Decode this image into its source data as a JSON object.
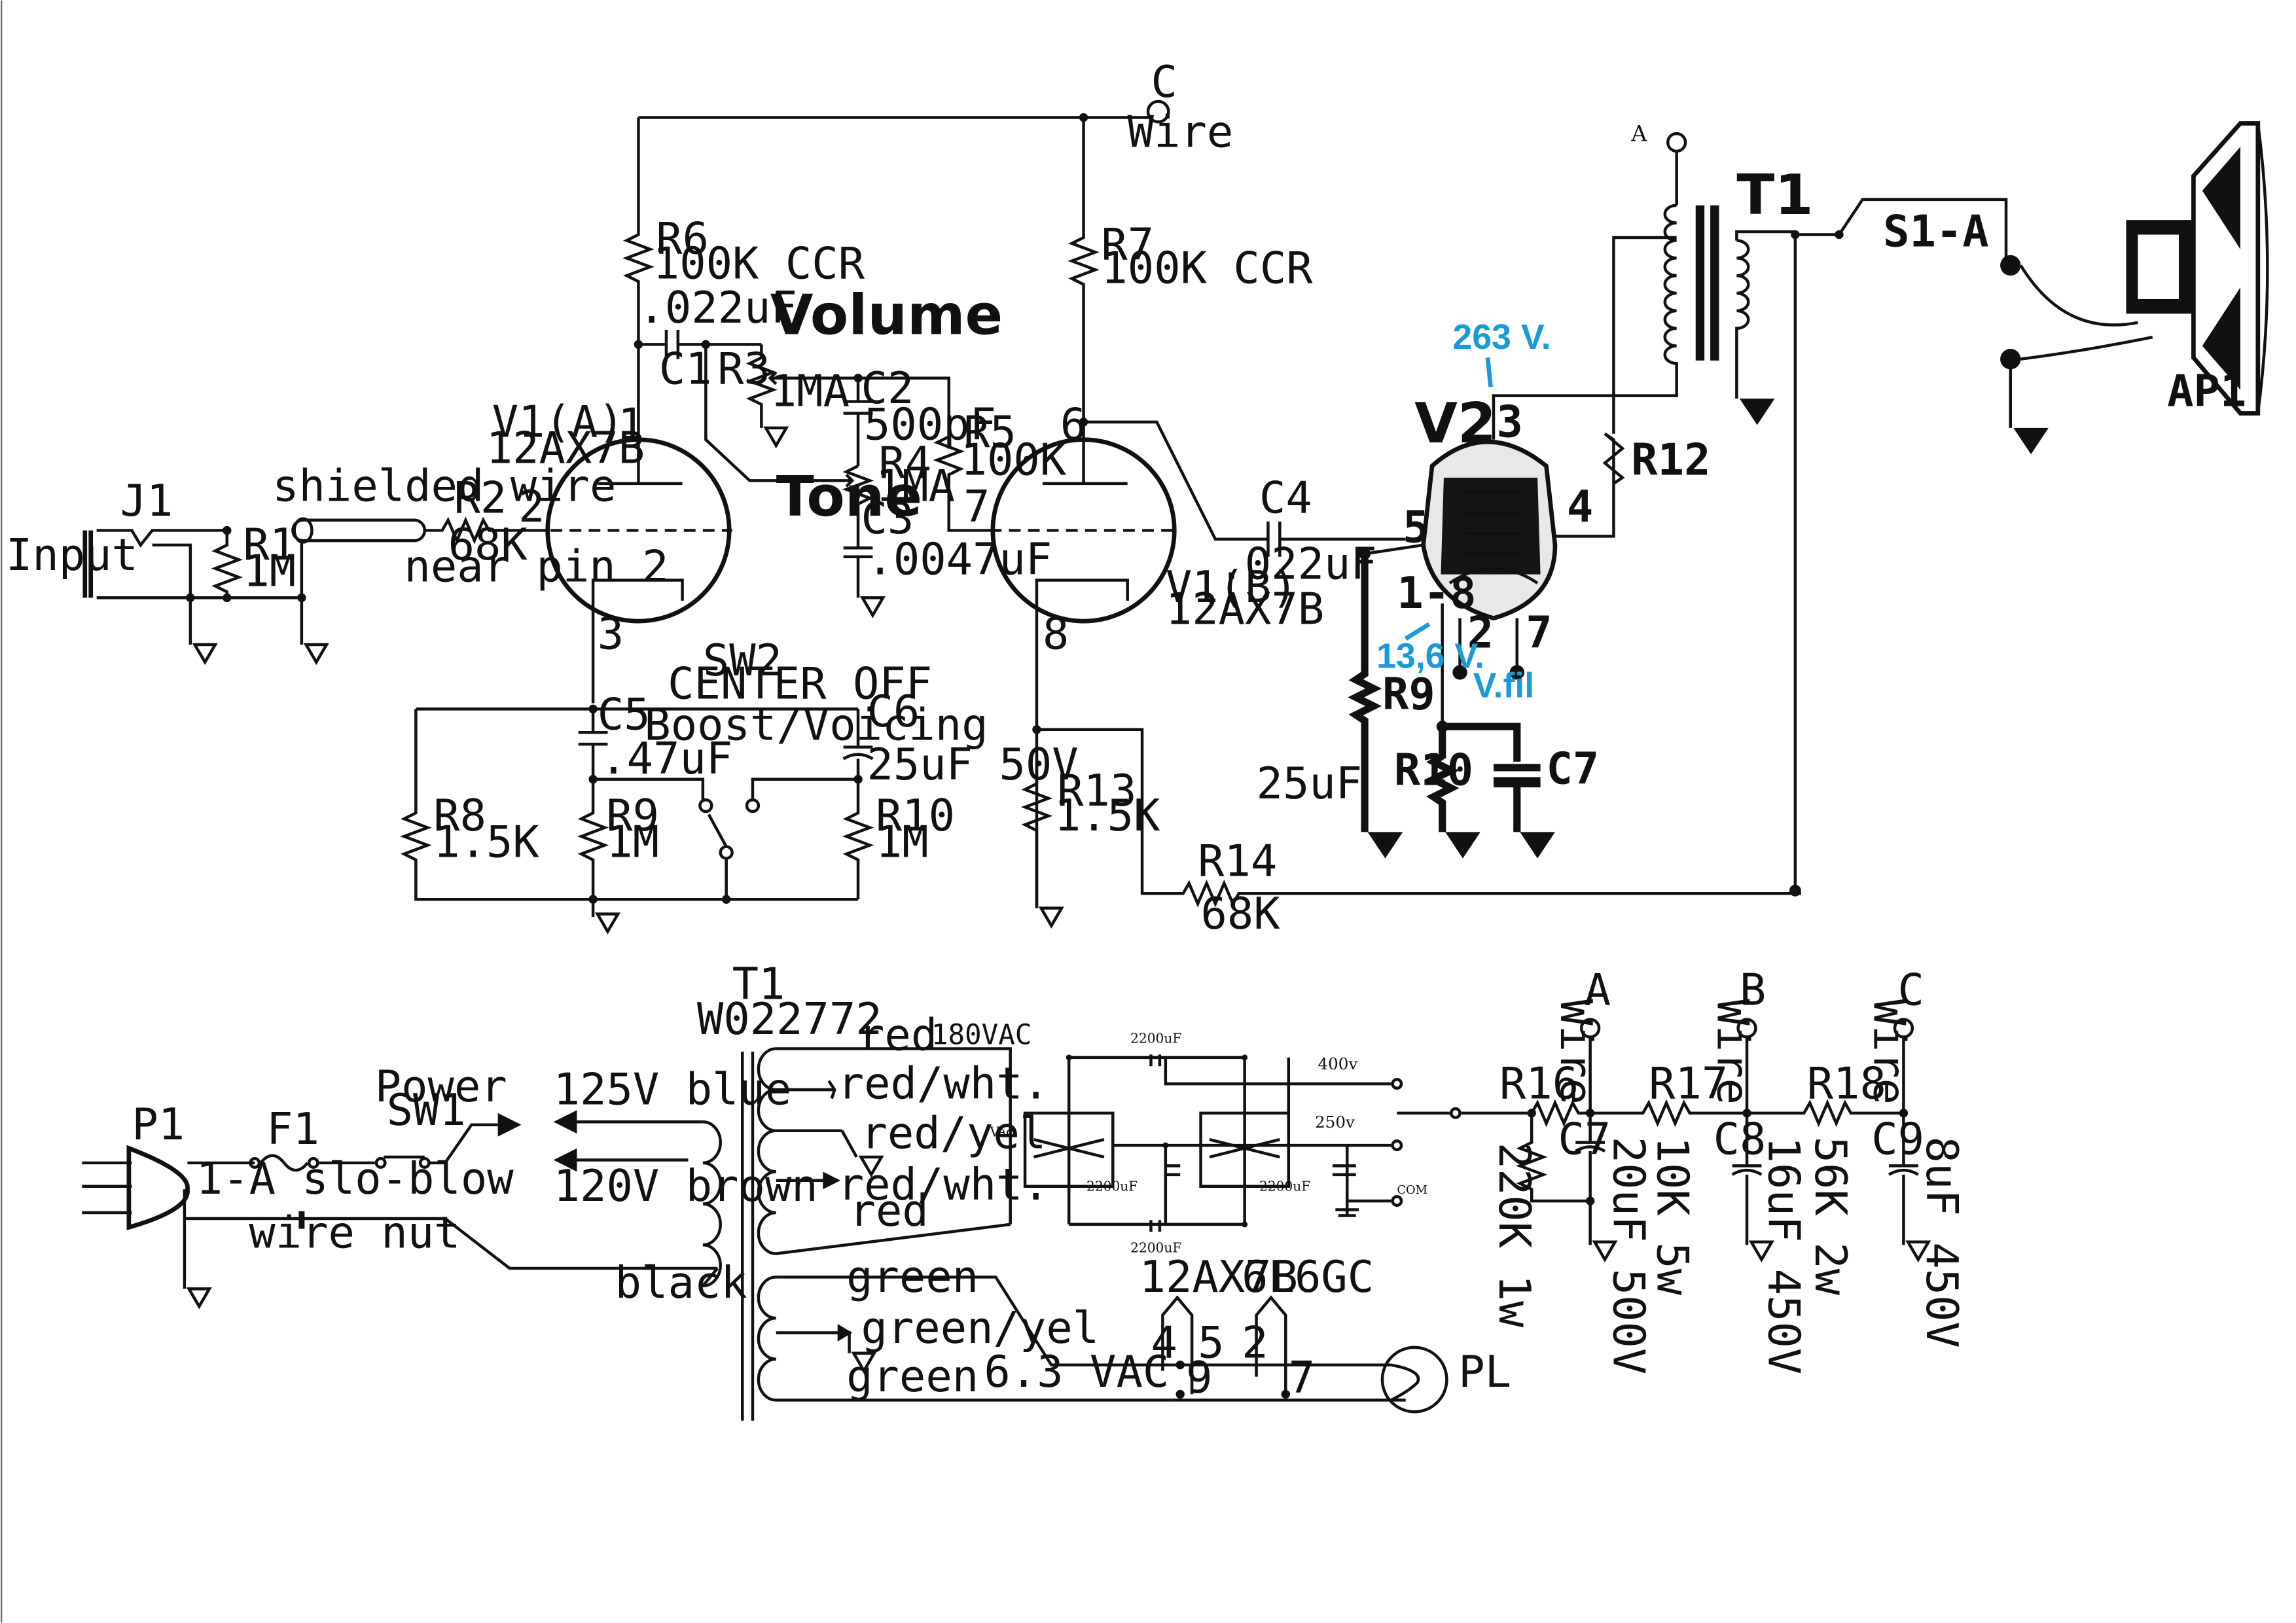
{
  "amp": {
    "input_label": "Input",
    "j1": "J1",
    "r1": {
      "name": "R1",
      "value": "1M"
    },
    "shielded_wire": "shielded wire",
    "r2": {
      "name": "R2",
      "value": "68K",
      "note": "near pin 2"
    },
    "v1a": {
      "name": "V1(A)",
      "type": "12AX7B",
      "pin1": "1",
      "pin2": "2",
      "pin3": "3"
    },
    "r6": {
      "name": "R6",
      "value": "100K CCR"
    },
    "c1": {
      "name": "C1",
      "value": ".022uF"
    },
    "volume": "Volume",
    "r3": {
      "name": "R3",
      "value": "1MA"
    },
    "c2": {
      "name": "C2",
      "value": "500pF"
    },
    "r4": {
      "name": "R4",
      "value": "1MA"
    },
    "tone": "Tone",
    "c3": {
      "name": "C3",
      "value": ".0047uF"
    },
    "r5": {
      "name": "R5",
      "value": "100K"
    },
    "r7": {
      "name": "R7",
      "value": "100K CCR"
    },
    "node_c": {
      "name": "C",
      "sub": "Wire"
    },
    "v1b": {
      "name": "V1(B)",
      "type": "12AX7B",
      "pin6": "6",
      "pin7": "7",
      "pin8": "8"
    },
    "c4": {
      "name": "C4",
      "value": ".022uF"
    },
    "sw2": {
      "name": "SW2",
      "mode": "CENTER OFF",
      "label": "Boost/Voicing"
    },
    "c5": {
      "name": "C5",
      "value": ".47uF"
    },
    "c6": {
      "name": "C6",
      "value": "25uF 50V"
    },
    "r8": {
      "name": "R8",
      "value": "1.5K"
    },
    "r9": {
      "name": "R9",
      "value": "1M"
    },
    "r10": {
      "name": "R10",
      "value": "1M"
    },
    "r13": {
      "name": "R13",
      "value": "1.5K"
    },
    "r14": {
      "name": "R14",
      "value": "68K"
    },
    "v2": {
      "name": "V2",
      "pin3": "3",
      "pin4": "4",
      "pin5": "5",
      "pin18": "1-8",
      "pin2": "2",
      "pin7": "7",
      "vfil": "V.fil",
      "v_plate": "263 V.",
      "v_cathode": "13,6 V."
    },
    "r9b": "R9",
    "r10b": "R10",
    "r12": "R12",
    "c7b": "C7",
    "c7b_value": "25uF",
    "node_a": "A",
    "t1": "T1",
    "s1a": "S1-A",
    "ap1": "AP1"
  },
  "psu": {
    "p1": "P1",
    "f1": {
      "name": "F1",
      "value": "1-A slo-blow"
    },
    "power": {
      "name": "Power",
      "sw": "SW1"
    },
    "wire_nut": "wire nut",
    "tap_125": "125V blue",
    "tap_120": "120V brown",
    "black": "black",
    "t1": {
      "name": "T1",
      "part": "W022772"
    },
    "sec": [
      "red",
      "red/wht.",
      "red/yel",
      "red/wht.",
      "red"
    ],
    "vac180": "180VAC",
    "heater": [
      "green",
      "green/yel",
      "green"
    ],
    "vac63": "6.3 VAC",
    "tube1": {
      "type": "12AX7B",
      "p4": "4",
      "p5": "5",
      "p9": "9"
    },
    "tube2": {
      "type": "6L6GC",
      "p2": "2",
      "p7": "7"
    },
    "pl": "PL",
    "bridge": {
      "cap": "2200uF",
      "vac": "Vac",
      "v400": "400v",
      "v250": "250v",
      "com": "COM"
    },
    "r16": {
      "name": "R16",
      "value": "220K 1w"
    },
    "c7": {
      "name": "C7",
      "value": "20uF 500V"
    },
    "r17": {
      "name": "R17",
      "value": "10K 5w"
    },
    "c8": {
      "name": "C8",
      "value": "16uF 450V"
    },
    "r18": {
      "name": "R18",
      "value": "56K 2w"
    },
    "c9": {
      "name": "C9",
      "value": "8uF 450V"
    },
    "nodes": [
      {
        "name": "A",
        "sub": "Wire"
      },
      {
        "name": "B",
        "sub": "Wire"
      },
      {
        "name": "C",
        "sub": "Wire"
      }
    ]
  }
}
